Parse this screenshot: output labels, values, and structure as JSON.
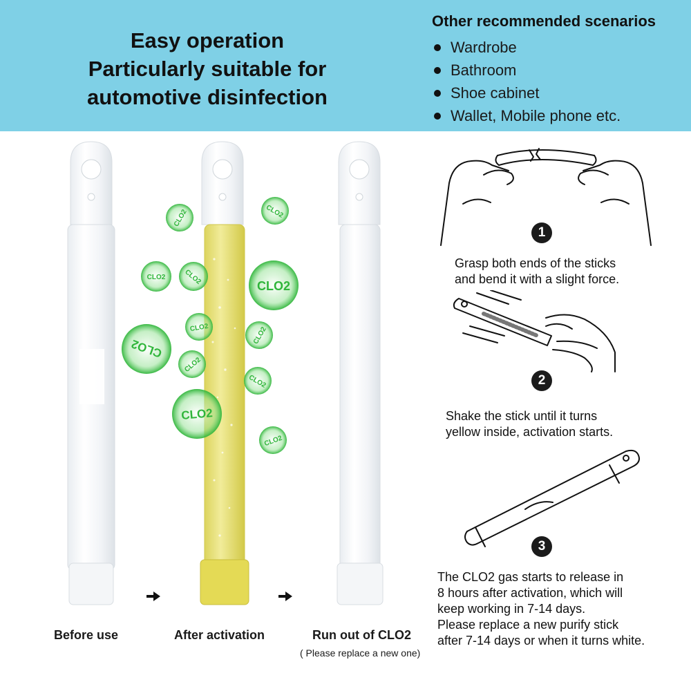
{
  "banner": {
    "headline": [
      "Easy operation",
      "Particularly suitable for",
      "automotive disinfection"
    ],
    "scenarios_title": "Other recommended scenarios",
    "scenarios": [
      "Wardrobe",
      "Bathroom",
      "Shoe cabinet",
      "Wallet, Mobile phone etc."
    ]
  },
  "sticks": {
    "bubble_label": "CLO2",
    "captions": [
      "Before use",
      "After activation",
      "Run out of CLO2"
    ],
    "subcaption": "( Please replace a new one)"
  },
  "steps": [
    {
      "number": "1",
      "lines": [
        "Grasp both ends of the sticks",
        "and bend it with a slight force."
      ]
    },
    {
      "number": "2",
      "lines": [
        "Shake the stick until it turns",
        "yellow inside, activation starts."
      ]
    },
    {
      "number": "3",
      "lines": [
        "The CLO2 gas starts to release in",
        "8 hours after activation, which will",
        "keep working in 7-14 days.",
        "Please replace a new purify stick",
        "after 7-14 days or when it turns white."
      ]
    }
  ],
  "colors": {
    "banner": "#7fd0e6",
    "bubble": "#3ec24a",
    "active_liquid": "#e8e27a"
  }
}
